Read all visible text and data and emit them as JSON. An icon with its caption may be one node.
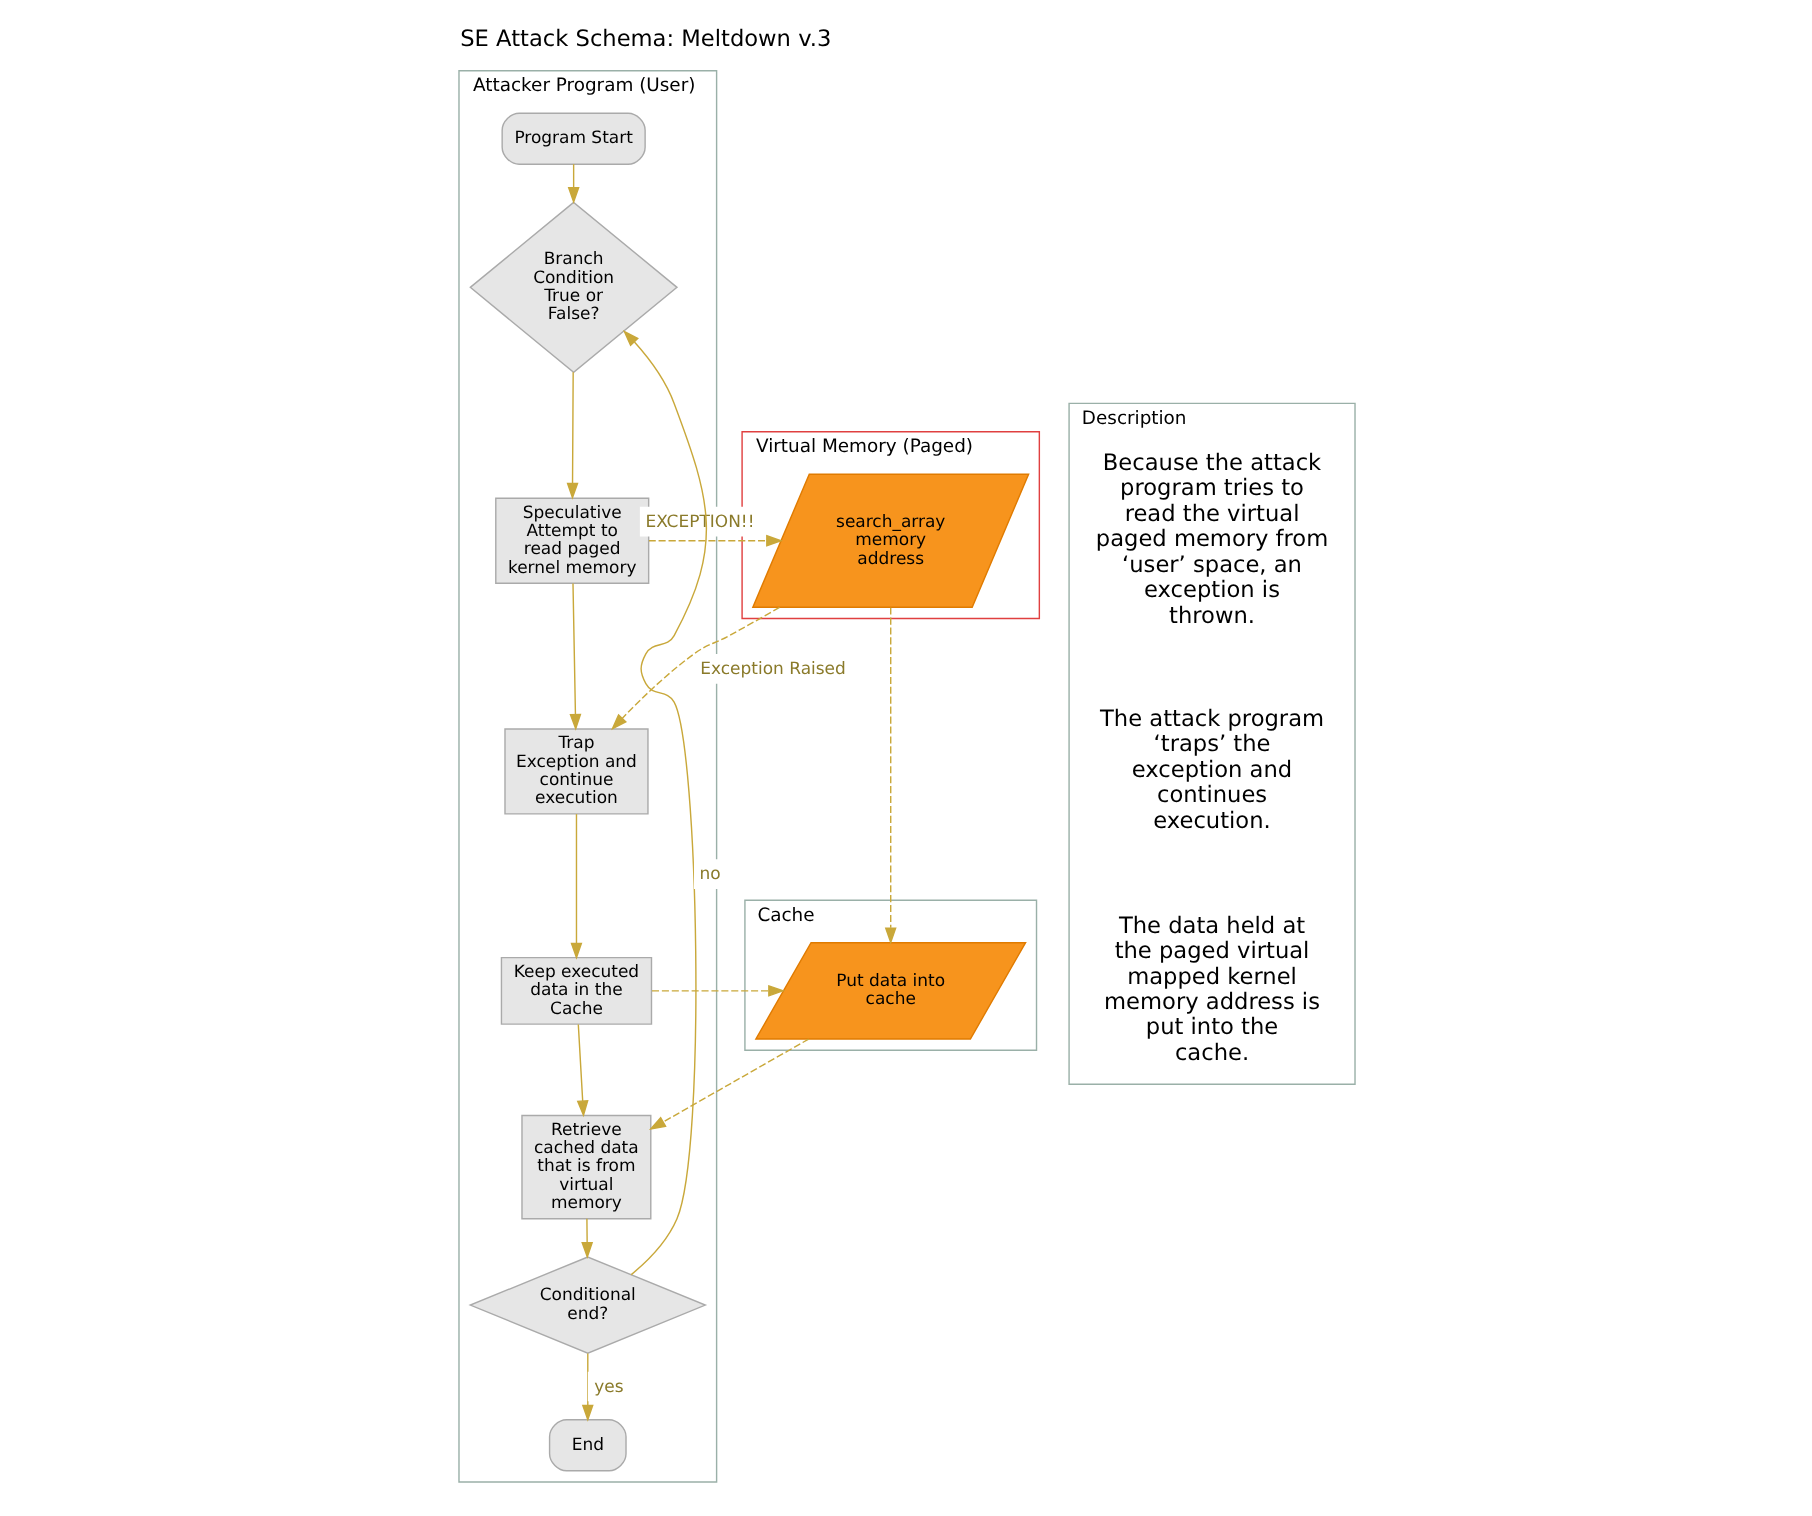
{
  "diagram": {
    "title": "SE Attack Schema: Meltdown v.3",
    "nodes": [
      {
        "text": [
          "Attacker Program (User)"
        ]
      },
      {
        "text": [
          "Cache"
        ]
      },
      {
        "text": [
          "Virtual Memory (Paged)"
        ]
      },
      {
        "text": [
          "Description"
        ]
      },
      {
        "text": [
          "Program Start"
        ],
        "in": 0
      },
      {
        "text": [
          "Branch Condition True or False?"
        ],
        "in": 0
      },
      {
        "text": [
          "Speculative Attempt to read paged kernel memory"
        ],
        "in": 0
      },
      {
        "text": [
          "Trap Exception and continue execution"
        ],
        "in": 0
      },
      {
        "text": [
          "Keep executed data in the Cache"
        ],
        "in": 0
      },
      {
        "text": [
          "Retrieve cached data that is from virtual memory"
        ],
        "in": 0
      },
      {
        "text": [
          "Conditional end?"
        ],
        "in": 0
      },
      {
        "text": [
          "End"
        ],
        "in": 0
      },
      {
        "text": [
          "Put data into cache"
        ],
        "in": 1
      },
      {
        "text": [
          "search_array memory address"
        ],
        "in": 2
      },
      {
        "text": [
          "Because the attack program tries to read the virtual paged memory from ‘user’ space, an exception is thrown."
        ],
        "in": 3
      },
      {
        "text": [
          "The attack program ‘traps’ the exception and continues execution."
        ],
        "in": 3
      },
      {
        "text": [
          "The data held at the paged virtual mapped kernel memory address is put into the cache."
        ],
        "in": 3
      }
    ],
    "edges": [
      {
        "from": 4,
        "to": 5,
        "arrow": "to"
      },
      {
        "from": 5,
        "to": 6,
        "arrow": "to"
      },
      {
        "from": 6,
        "to": 13,
        "arrow": "to",
        "label": "EXCEPTION!!",
        "style": "dashed"
      },
      {
        "from": 6,
        "to": 7,
        "arrow": "to"
      },
      {
        "from": 13,
        "to": 7,
        "arrow": "to",
        "label": "Exception Raised",
        "style": "dashed"
      },
      {
        "from": 7,
        "to": 8,
        "arrow": "to"
      },
      {
        "from": 8,
        "to": 12,
        "arrow": "to",
        "style": "dashed"
      },
      {
        "from": 13,
        "to": 12,
        "arrow": "to",
        "style": "dashed"
      },
      {
        "from": 8,
        "to": 9,
        "arrow": "to"
      },
      {
        "from": 12,
        "to": 9,
        "arrow": "to",
        "style": "dashed"
      },
      {
        "from": 9,
        "to": 10,
        "arrow": "to"
      },
      {
        "from": 10,
        "to": 11,
        "arrow": "to",
        "label": "yes"
      },
      {
        "from": 10,
        "to": 5,
        "arrow": "to",
        "label": "no"
      }
    ]
  }
}
